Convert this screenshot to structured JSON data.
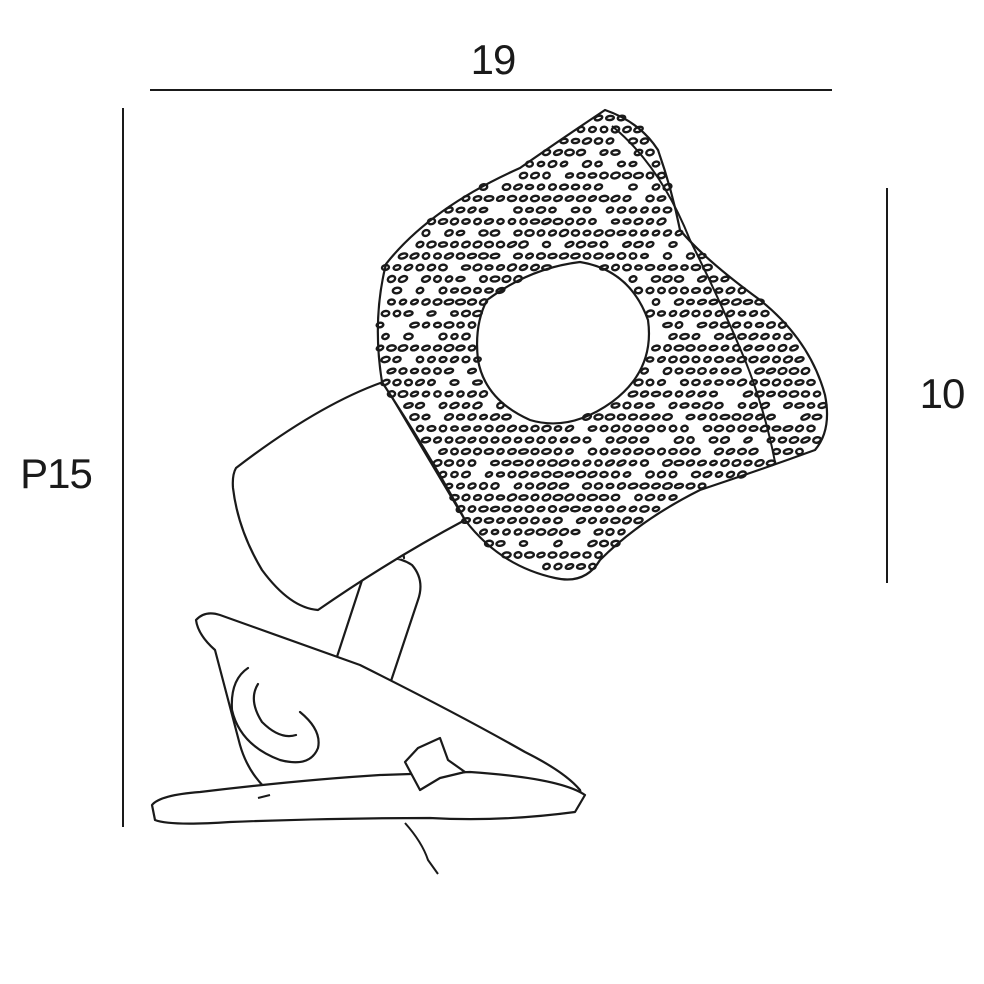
{
  "dimensions": {
    "width_label": "19",
    "depth_label": "P15",
    "height_label": "10"
  },
  "colors": {
    "line": "#1a1a1a",
    "background": "#ffffff"
  }
}
